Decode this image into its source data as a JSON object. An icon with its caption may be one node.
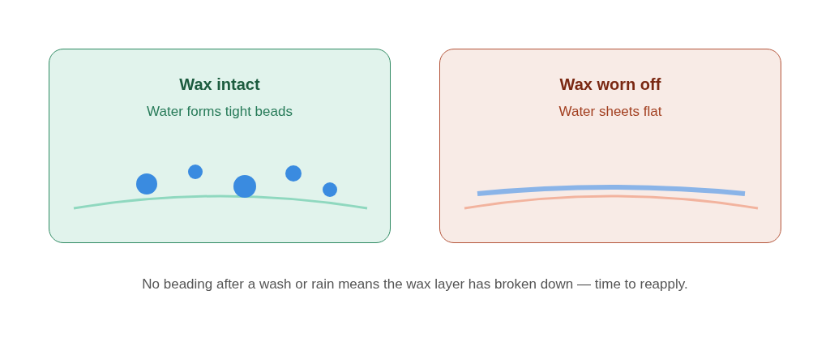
{
  "diagram": {
    "nodes": [
      {
        "text": [
          "Wax intact",
          "Water forms tight beads"
        ]
      },
      {
        "text": [
          "Wax worn off",
          "Water sheets flat"
        ]
      }
    ],
    "caption": "No beading after a wash or rain means the wax layer has broken down — time to reapply."
  }
}
